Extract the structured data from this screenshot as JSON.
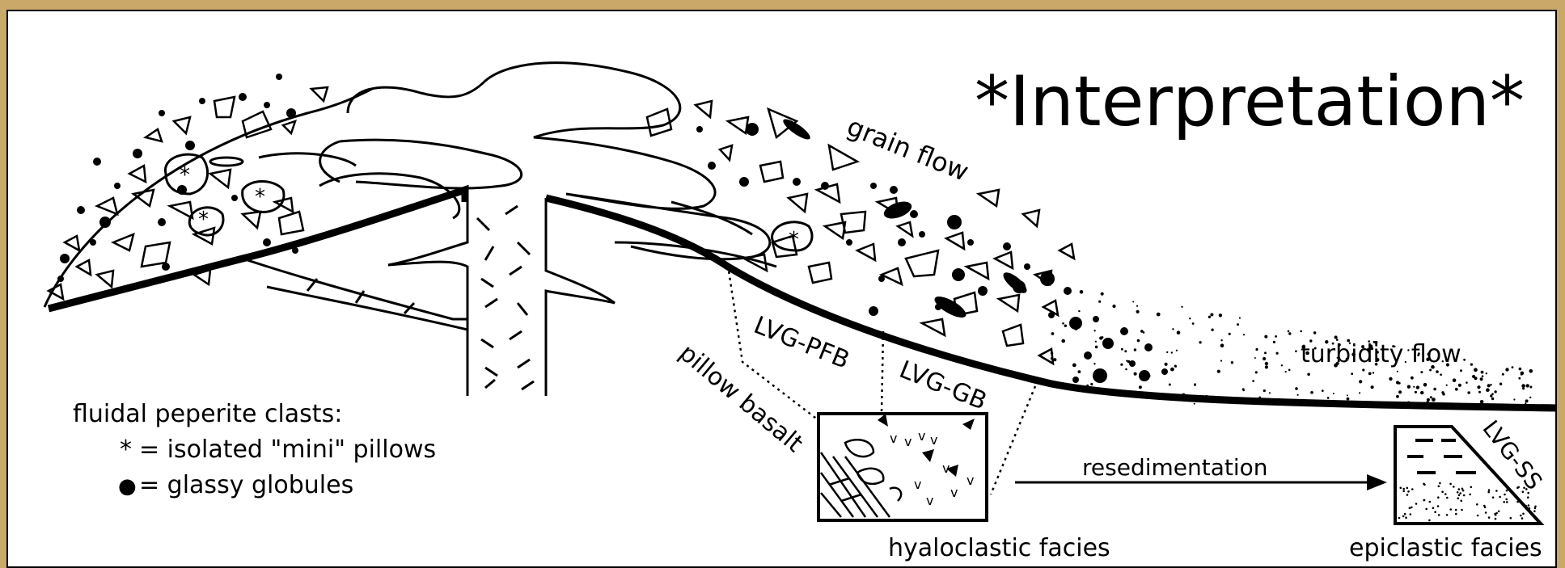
{
  "diagram": {
    "title": "*Interpretation*",
    "flow_labels": {
      "grain_flow": "grain flow",
      "turbidity_flow": "turbidity flow"
    },
    "units": {
      "pfb": "LVG-PFB",
      "gb": "LVG-GB",
      "ss": "LVG-SS"
    },
    "pillow_basalt": "pillow basalt",
    "resedimentation": "resedimentation",
    "facies": {
      "hyaloclastic": "hyaloclastic facies",
      "epiclastic": "epiclastic facies"
    },
    "legend": {
      "heading": "fluidal peperite clasts:",
      "items": [
        {
          "symbol": "*",
          "text": "= isolated \"mini\" pillows"
        },
        {
          "symbol": "●",
          "text": "= glassy globules"
        }
      ]
    }
  }
}
